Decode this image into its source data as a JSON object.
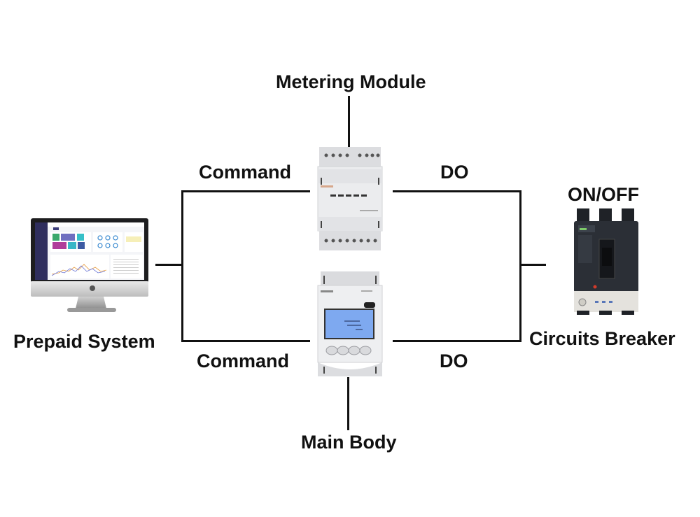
{
  "diagram": {
    "nodes": {
      "prepaid_system": {
        "label": "Prepaid System"
      },
      "metering_module": {
        "label": "Metering Module"
      },
      "main_body": {
        "label": "Main Body"
      },
      "circuit_breaker": {
        "label": "Circuits Breaker",
        "state_label": "ON/OFF"
      }
    },
    "edges": {
      "command_top": {
        "label": "Command",
        "from": "Prepaid System",
        "to": "Metering Module"
      },
      "command_bottom": {
        "label": "Command",
        "from": "Prepaid System",
        "to": "Main Body"
      },
      "do_top": {
        "label": "DO",
        "from": "Metering Module",
        "to": "Circuits Breaker"
      },
      "do_bottom": {
        "label": "DO",
        "from": "Main Body",
        "to": "Circuits Breaker"
      }
    }
  },
  "colors": {
    "line": "#111111",
    "device_body": "#e9eaec",
    "lcd": "#7ea9f0",
    "breaker_body": "#2b2f36",
    "monitor_frame": "#1d1d1f"
  }
}
